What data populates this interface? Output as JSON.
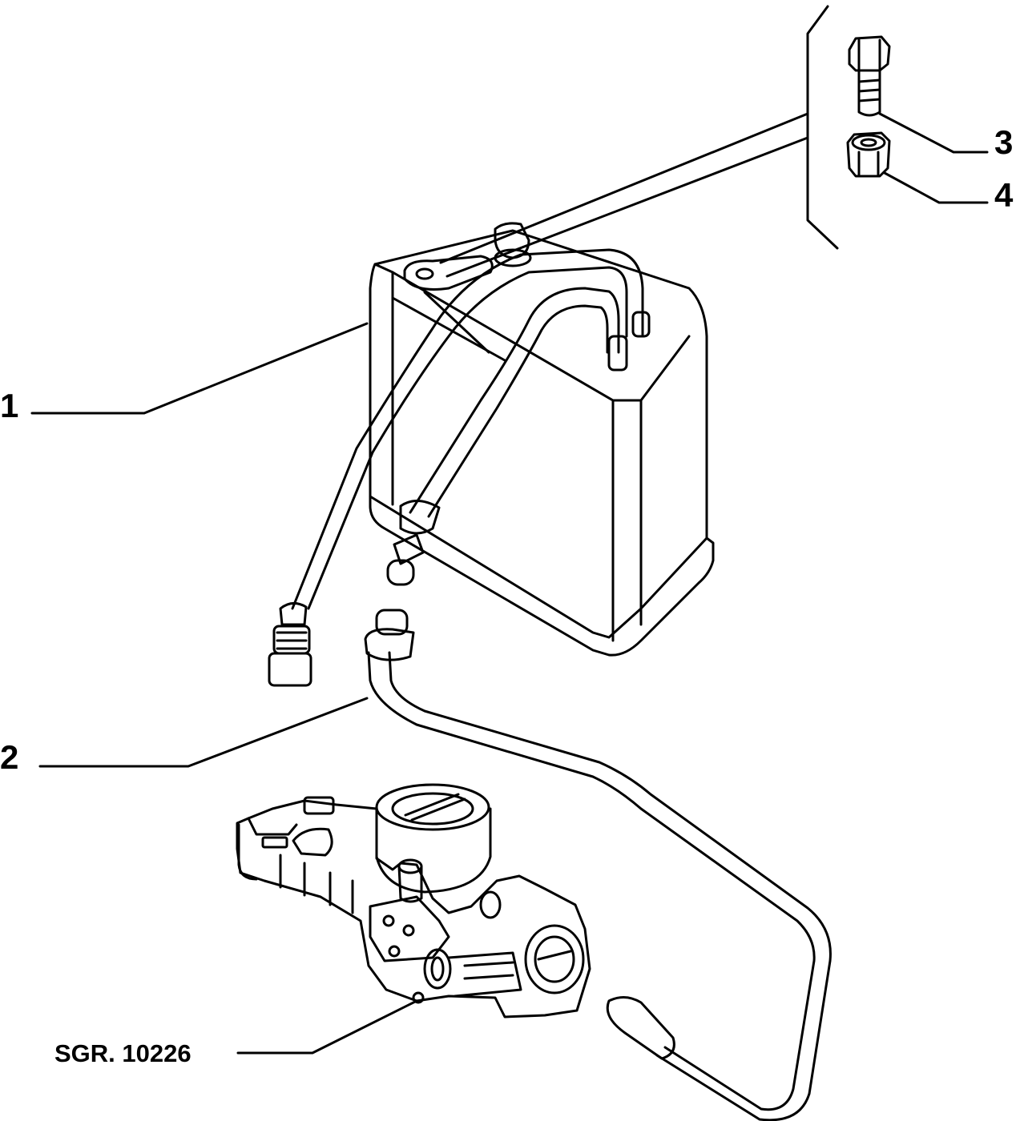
{
  "labels": {
    "part_1": "1",
    "part_2": "2",
    "part_3": "3",
    "part_4": "4",
    "reference": "SGR. 10226"
  },
  "style": {
    "line_color": "#000000",
    "background": "#ffffff"
  }
}
